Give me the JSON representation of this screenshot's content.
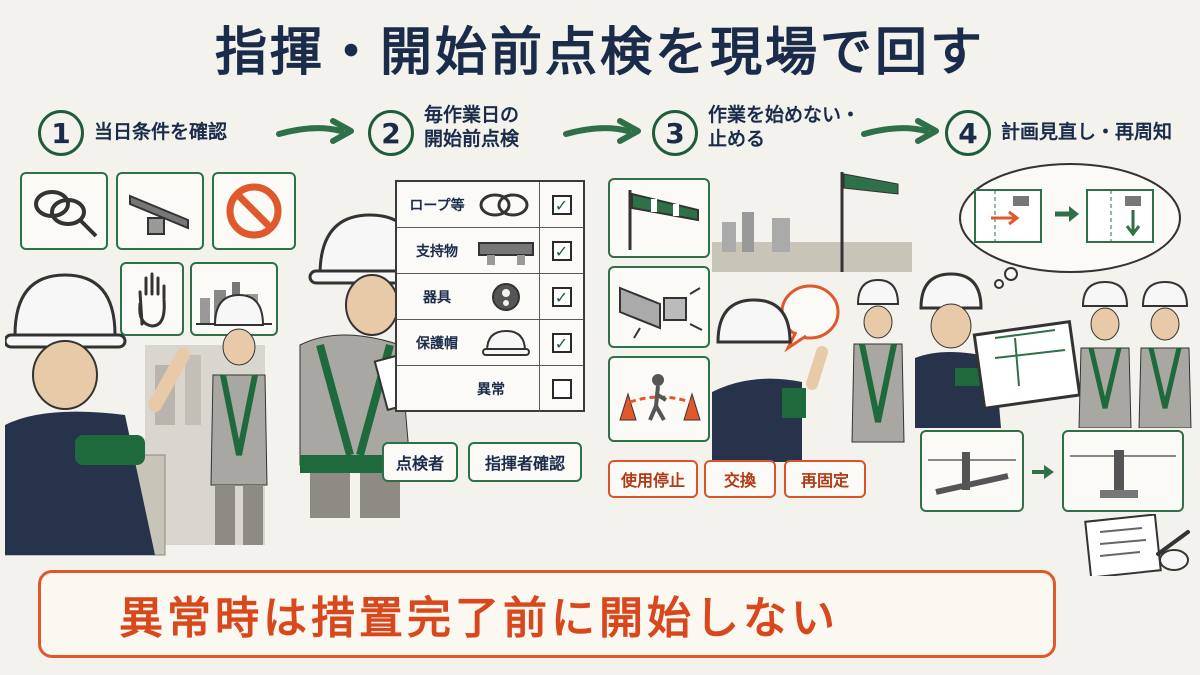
{
  "title": "指揮・開始前点検を現場で回す",
  "steps": [
    {
      "number": "1",
      "label": "当日条件を確認"
    },
    {
      "number": "2",
      "label_line1": "毎作業日の",
      "label_line2": "開始前点検"
    },
    {
      "number": "3",
      "label_line1": "作業を始めない・",
      "label_line2": "止める"
    },
    {
      "number": "4",
      "label": "計画見直し・再周知"
    }
  ],
  "checklist": [
    {
      "label": "ロープ等",
      "checked": true
    },
    {
      "label": "支持物",
      "checked": true
    },
    {
      "label": "器具",
      "checked": true
    },
    {
      "label": "保護帽",
      "checked": true
    },
    {
      "label": "異常",
      "checked": false
    }
  ],
  "roles": {
    "inspector": "点検者",
    "commander_check": "指揮者確認"
  },
  "actions": {
    "stop_use": "使用停止",
    "replace": "交換",
    "refix": "再固定"
  },
  "warning": "異常時は措置完了前に開始しない",
  "colors": {
    "accent_green": "#2e7047",
    "warning_red": "#e0592c",
    "title_navy": "#1b2c4a"
  }
}
